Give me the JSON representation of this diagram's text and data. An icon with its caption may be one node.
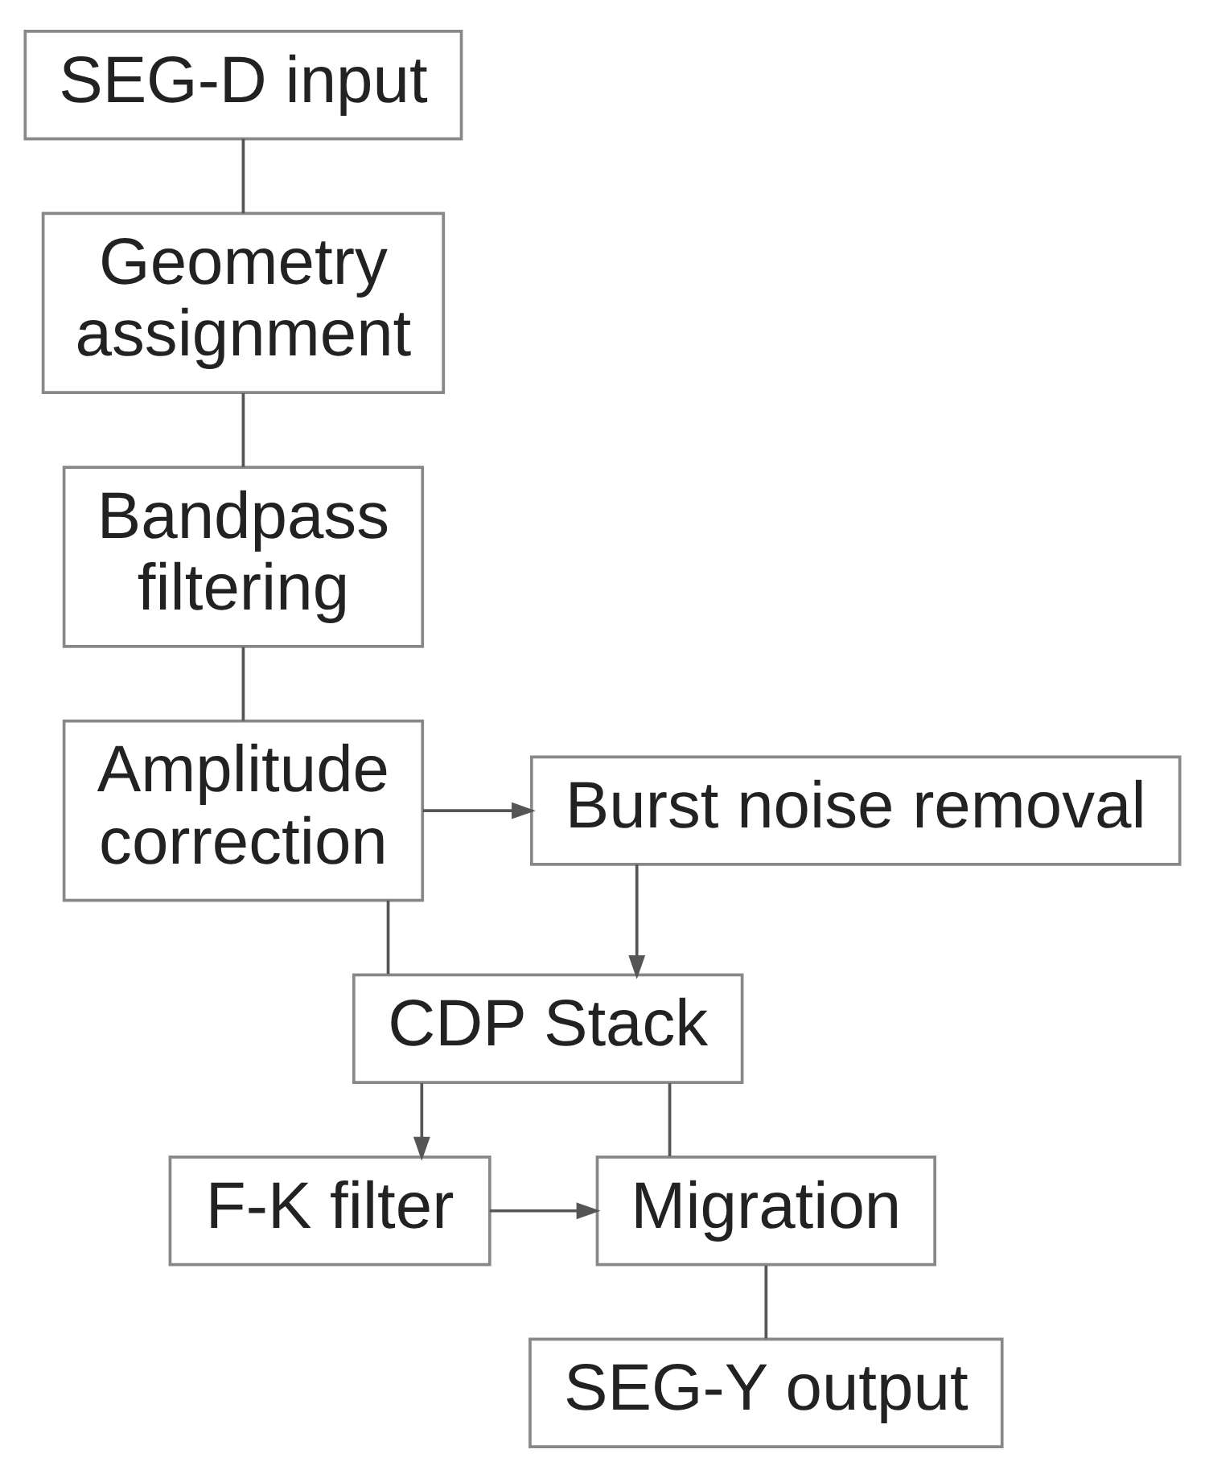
{
  "diagram": {
    "nodes": [
      {
        "text": [
          "SEG-D input"
        ]
      },
      {
        "text": [
          "Geometry assignment"
        ]
      },
      {
        "text": [
          "Bandpass filtering"
        ]
      },
      {
        "text": [
          "Amplitude correction"
        ]
      },
      {
        "text": [
          "Burst noise removal"
        ]
      },
      {
        "text": [
          "CDP Stack"
        ]
      },
      {
        "text": [
          "F-K filter"
        ]
      },
      {
        "text": [
          "Migration"
        ]
      },
      {
        "text": [
          "SEG-Y output"
        ]
      }
    ],
    "edges": [
      {
        "from": 0,
        "to": 1,
        "arrow": "none"
      },
      {
        "from": 1,
        "to": 2,
        "arrow": "none"
      },
      {
        "from": 2,
        "to": 3,
        "arrow": "none"
      },
      {
        "from": 3,
        "to": 4,
        "arrow": "to"
      },
      {
        "from": 4,
        "to": 5,
        "arrow": "to"
      },
      {
        "from": 3,
        "to": 5,
        "arrow": "none"
      },
      {
        "from": 5,
        "to": 6,
        "arrow": "to"
      },
      {
        "from": 6,
        "to": 7,
        "arrow": "to"
      },
      {
        "from": 5,
        "to": 7,
        "arrow": "none"
      },
      {
        "from": 7,
        "to": 8,
        "arrow": "none"
      }
    ]
  }
}
